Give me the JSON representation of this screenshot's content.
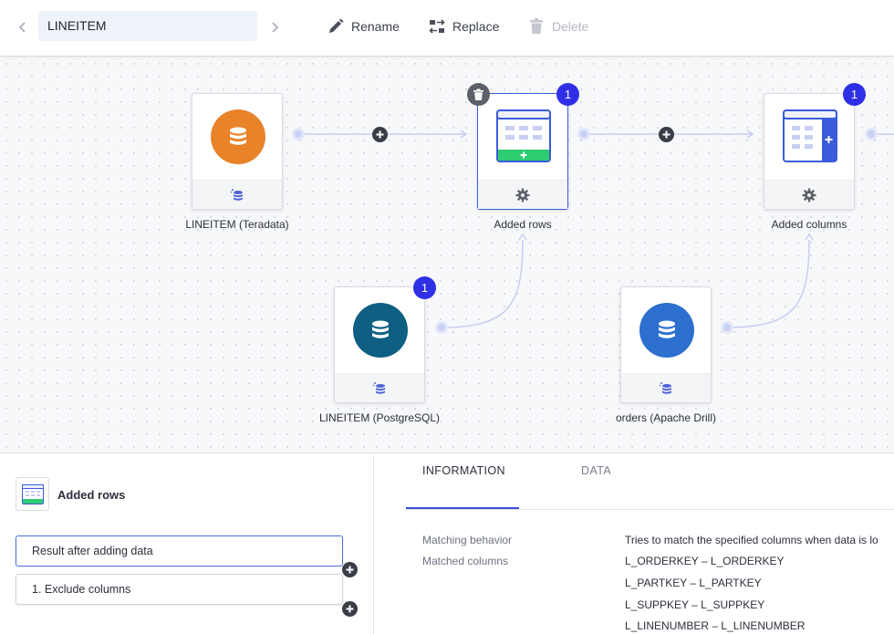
{
  "toolbar": {
    "name_value": "LINEITEM",
    "rename_label": "Rename",
    "replace_label": "Replace",
    "delete_label": "Delete"
  },
  "canvas": {
    "nodes": [
      {
        "label": "LINEITEM (Teradata)",
        "color": "#e8832a",
        "icon": "database-icon"
      },
      {
        "label": "Added rows",
        "badge": "1",
        "icon": "table-add-rows-icon"
      },
      {
        "label": "Added columns",
        "badge": "1",
        "icon": "table-add-columns-icon"
      },
      {
        "label": "LINEITEM (PostgreSQL)",
        "badge": "1",
        "color": "#0e5f82",
        "icon": "database-icon"
      },
      {
        "label": "orders (Apache Drill)",
        "color": "#2d6fcf",
        "icon": "database-icon"
      }
    ]
  },
  "panel": {
    "title": "Added rows",
    "steps": [
      "Result after adding data",
      "1. Exclude columns"
    ]
  },
  "details": {
    "tabs": [
      "INFORMATION",
      "DATA"
    ],
    "rows": [
      {
        "key": "Matching behavior",
        "value": "Tries to match the specified columns when data is lo"
      },
      {
        "key": "Matched columns",
        "value": "L_ORDERKEY – L_ORDERKEY"
      },
      {
        "key": "",
        "value": "L_PARTKEY – L_PARTKEY"
      },
      {
        "key": "",
        "value": "L_SUPPKEY – L_SUPPKEY"
      },
      {
        "key": "",
        "value": "L_LINENUMBER – L_LINENUMBER"
      }
    ]
  },
  "colors": {
    "accent": "#2f2fe6",
    "table_green": "#2ecc71",
    "table_blue": "#3b5bdb"
  }
}
